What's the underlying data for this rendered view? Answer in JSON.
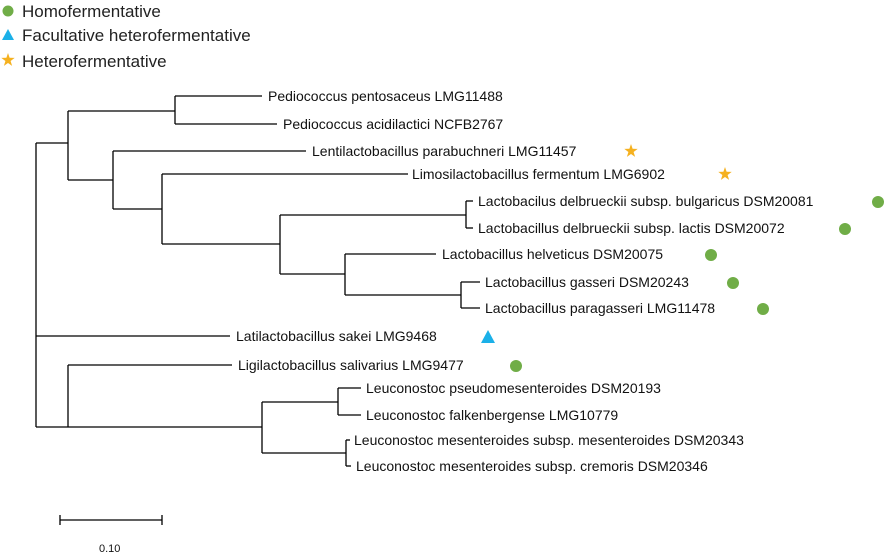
{
  "colors": {
    "homo": "#70ad47",
    "facultative": "#1bb0e8",
    "hetero": "#f5b120",
    "line": "#000000"
  },
  "legend": [
    {
      "label": "Homofermentative",
      "marker": "circle",
      "color": "#70ad47"
    },
    {
      "label": "Facultative heterofermentative",
      "marker": "triangle",
      "color": "#1bb0e8"
    },
    {
      "label": "Heterofermentative",
      "marker": "star",
      "color": "#f5b120"
    }
  ],
  "taxa": [
    {
      "name": "Pediococcus pentosaceus LMG11488",
      "marker": ""
    },
    {
      "name": "Pediococcus acidilactici NCFB2767",
      "marker": ""
    },
    {
      "name": "Lentilactobacillus parabuchneri LMG11457",
      "marker": "star"
    },
    {
      "name": "Limosilactobacillus fermentum LMG6902",
      "marker": "star"
    },
    {
      "name": "Lactobacilus delbrueckii subsp. bulgaricus DSM20081",
      "marker": "circle"
    },
    {
      "name": "Lactobacillus delbrueckii subsp. lactis DSM20072",
      "marker": "circle"
    },
    {
      "name": "Lactobacillus helveticus DSM20075",
      "marker": "circle"
    },
    {
      "name": "Lactobacillus gasseri DSM20243",
      "marker": "circle"
    },
    {
      "name": "Lactobacillus paragasseri LMG11478",
      "marker": "circle"
    },
    {
      "name": "Latilactobacillus sakei LMG9468",
      "marker": "triangle"
    },
    {
      "name": "Ligilactobacillus salivarius LMG9477",
      "marker": "circle"
    },
    {
      "name": "Leuconostoc pseudomesenteroides DSM20193",
      "marker": ""
    },
    {
      "name": "Leuconostoc falkenbergense LMG10779",
      "marker": ""
    },
    {
      "name": "Leuconostoc mesenteroides subsp. mesenteroides DSM20343",
      "marker": ""
    },
    {
      "name": "Leuconostoc mesenteroides subsp. cremoris DSM20346",
      "marker": ""
    }
  ],
  "scale_bar": {
    "label": "0.10"
  }
}
